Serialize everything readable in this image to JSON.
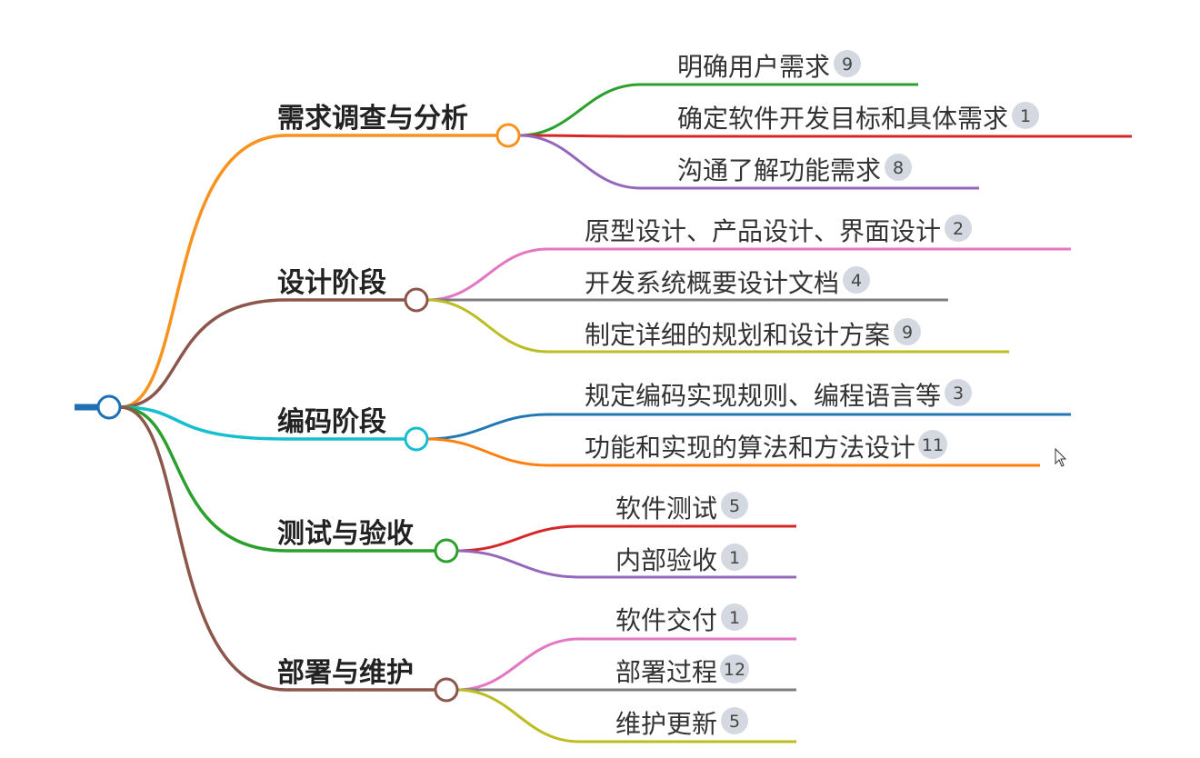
{
  "mindmap": {
    "branches": [
      {
        "title": "需求调查与分析",
        "color": "#f7931e",
        "children": [
          {
            "label": "明确用户需求",
            "count": "9",
            "color": "#2ca02c"
          },
          {
            "label": "确定软件开发目标和具体需求",
            "count": "1",
            "color": "#d62728"
          },
          {
            "label": "沟通了解功能需求",
            "count": "8",
            "color": "#9467bd"
          }
        ]
      },
      {
        "title": "设计阶段",
        "color": "#8c564b",
        "children": [
          {
            "label": "原型设计、产品设计、界面设计",
            "count": "2",
            "color": "#e377c2"
          },
          {
            "label": "开发系统概要设计文档",
            "count": "4",
            "color": "#7f7f7f"
          },
          {
            "label": "制定详细的规划和设计方案",
            "count": "9",
            "color": "#bcbd22"
          }
        ]
      },
      {
        "title": "编码阶段",
        "color": "#17becf",
        "children": [
          {
            "label": "规定编码实现规则、编程语言等",
            "count": "3",
            "color": "#1f77b4"
          },
          {
            "label": "功能和实现的算法和方法设计",
            "count": "11",
            "color": "#ff7f0e"
          }
        ]
      },
      {
        "title": "测试与验收",
        "color": "#2ca02c",
        "children": [
          {
            "label": "软件测试",
            "count": "5",
            "color": "#d62728"
          },
          {
            "label": "内部验收",
            "count": "1",
            "color": "#9467bd"
          }
        ]
      },
      {
        "title": "部署与维护",
        "color": "#8c564b",
        "children": [
          {
            "label": "软件交付",
            "count": "1",
            "color": "#e377c2"
          },
          {
            "label": "部署过程",
            "count": "12",
            "color": "#7f7f7f"
          },
          {
            "label": "维护更新",
            "count": "5",
            "color": "#bcbd22"
          }
        ]
      }
    ],
    "root_color": "#1f6fb5"
  },
  "icons": {
    "cursor": "mouse-pointer-icon"
  }
}
